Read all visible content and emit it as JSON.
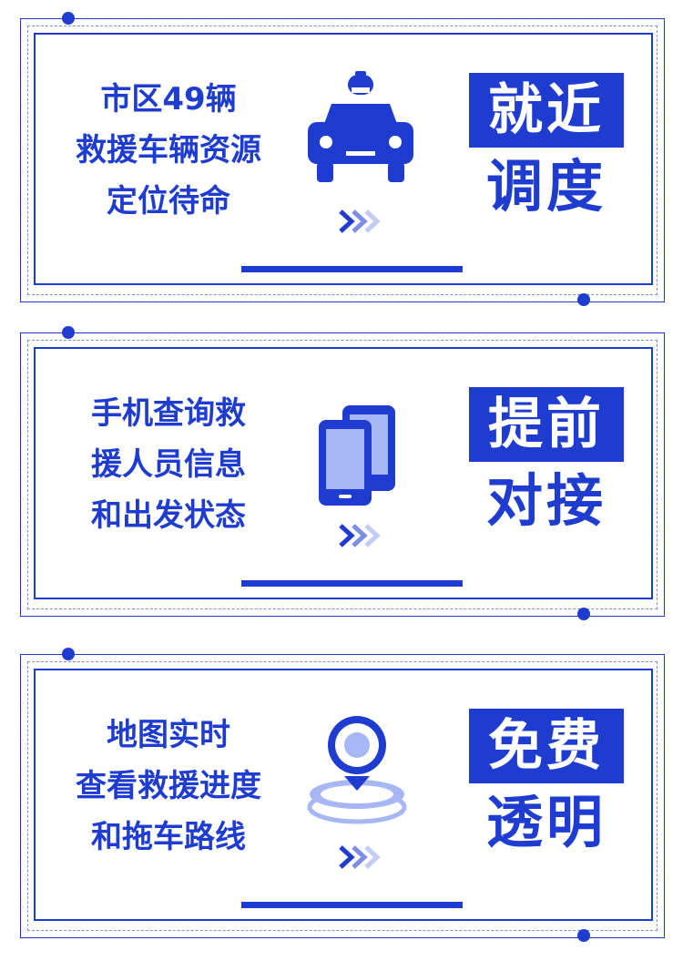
{
  "colors": {
    "primary": "#1f3cd1",
    "light": "#a7b7f5",
    "background": "#ffffff"
  },
  "cards": [
    {
      "lines": [
        "市区49辆",
        "救援车辆资源",
        "定位待命"
      ],
      "tag": "就近",
      "tag2": "调度",
      "icon": "taxi-icon"
    },
    {
      "lines": [
        "手机查询救",
        "援人员信息",
        "和出发状态"
      ],
      "tag": "提前",
      "tag2": "对接",
      "icon": "phone-icon"
    },
    {
      "lines": [
        "地图实时",
        "查看救援进度",
        "和拖车路线"
      ],
      "tag": "免费",
      "tag2": "透明",
      "icon": "location-pin-icon"
    }
  ]
}
